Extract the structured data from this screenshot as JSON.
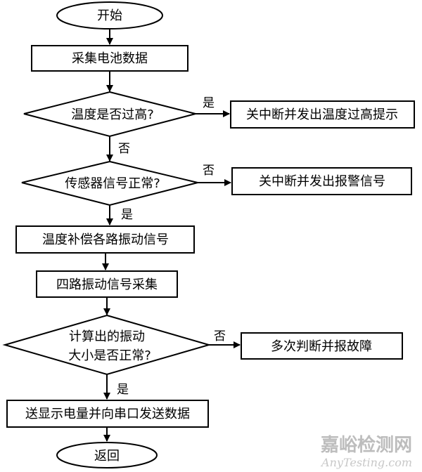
{
  "flowchart": {
    "start": "开始",
    "collect_battery": "采集电池数据",
    "temp_high_q": "温度是否过高?",
    "temp_high_action": "关中断并发出温度过高提示",
    "sensor_ok_q": "传感器信号正常?",
    "sensor_fail_action": "关中断并发出报警信号",
    "temp_compensate": "温度补偿各路振动信号",
    "four_way_collect": "四路振动信号采集",
    "vibration_q_line1": "计算出的振动",
    "vibration_q_line2": "大小是否正常?",
    "vibration_fail_action": "多次判断并报故障",
    "send_display": "送显示电量并向串口发送数据",
    "return": "返回"
  },
  "edge_labels": {
    "temp_yes": "是",
    "temp_no": "否",
    "sensor_no": "否",
    "sensor_yes": "是",
    "vibration_no": "否",
    "vibration_yes": "是"
  },
  "watermark": {
    "cn": "嘉峪检测网",
    "en": "AnyTesting.com"
  }
}
